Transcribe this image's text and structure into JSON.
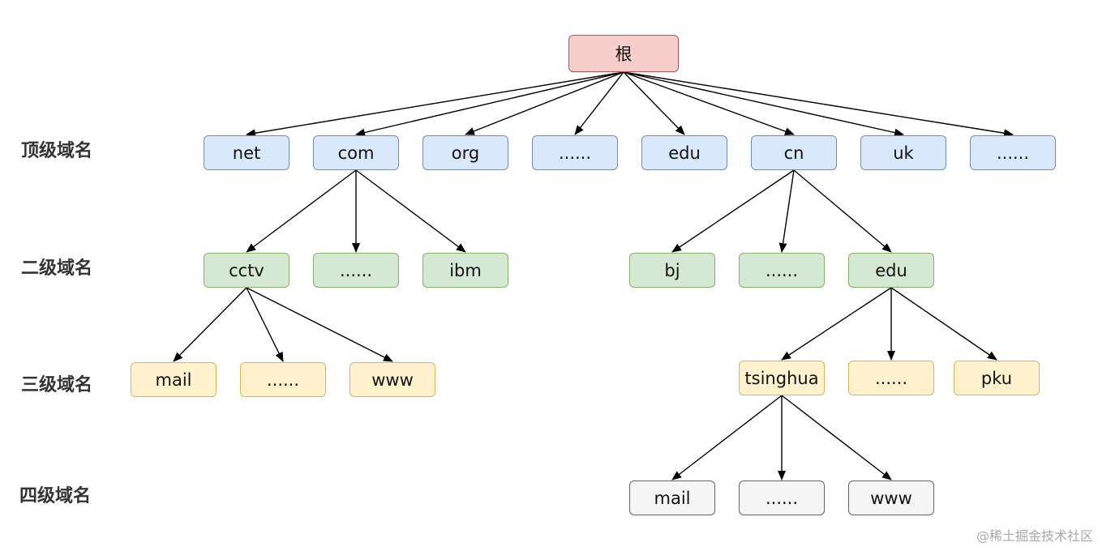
{
  "level_labels": {
    "tld": "顶级域名",
    "second": "二级域名",
    "third": "三级域名",
    "fourth": "四级域名"
  },
  "nodes": {
    "root": "根",
    "net": "net",
    "com": "com",
    "org": "org",
    "tld_dots_1": "......",
    "edu_tld": "edu",
    "cn": "cn",
    "uk": "uk",
    "tld_dots_2": "......",
    "cctv": "cctv",
    "com_dots": "......",
    "ibm": "ibm",
    "bj": "bj",
    "cn_dots": "......",
    "edu_cn": "edu",
    "mail_cctv": "mail",
    "cctv_dots": "......",
    "www_cctv": "www",
    "tsinghua": "tsinghua",
    "edu_dots": "......",
    "pku": "pku",
    "mail_tsinghua": "mail",
    "tsinghua_dots": "......",
    "www_tsinghua": "www"
  },
  "edges": [
    [
      "root",
      "net"
    ],
    [
      "root",
      "com"
    ],
    [
      "root",
      "org"
    ],
    [
      "root",
      "tld_dots_1"
    ],
    [
      "root",
      "edu_tld"
    ],
    [
      "root",
      "cn"
    ],
    [
      "root",
      "uk"
    ],
    [
      "root",
      "tld_dots_2"
    ],
    [
      "com",
      "cctv"
    ],
    [
      "com",
      "com_dots"
    ],
    [
      "com",
      "ibm"
    ],
    [
      "cn",
      "bj"
    ],
    [
      "cn",
      "cn_dots"
    ],
    [
      "cn",
      "edu_cn"
    ],
    [
      "cctv",
      "mail_cctv"
    ],
    [
      "cctv",
      "cctv_dots"
    ],
    [
      "cctv",
      "www_cctv"
    ],
    [
      "edu_cn",
      "tsinghua"
    ],
    [
      "edu_cn",
      "edu_dots"
    ],
    [
      "edu_cn",
      "pku"
    ],
    [
      "tsinghua",
      "mail_tsinghua"
    ],
    [
      "tsinghua",
      "tsinghua_dots"
    ],
    [
      "tsinghua",
      "www_tsinghua"
    ]
  ],
  "watermark": "@稀土掘金技术社区"
}
